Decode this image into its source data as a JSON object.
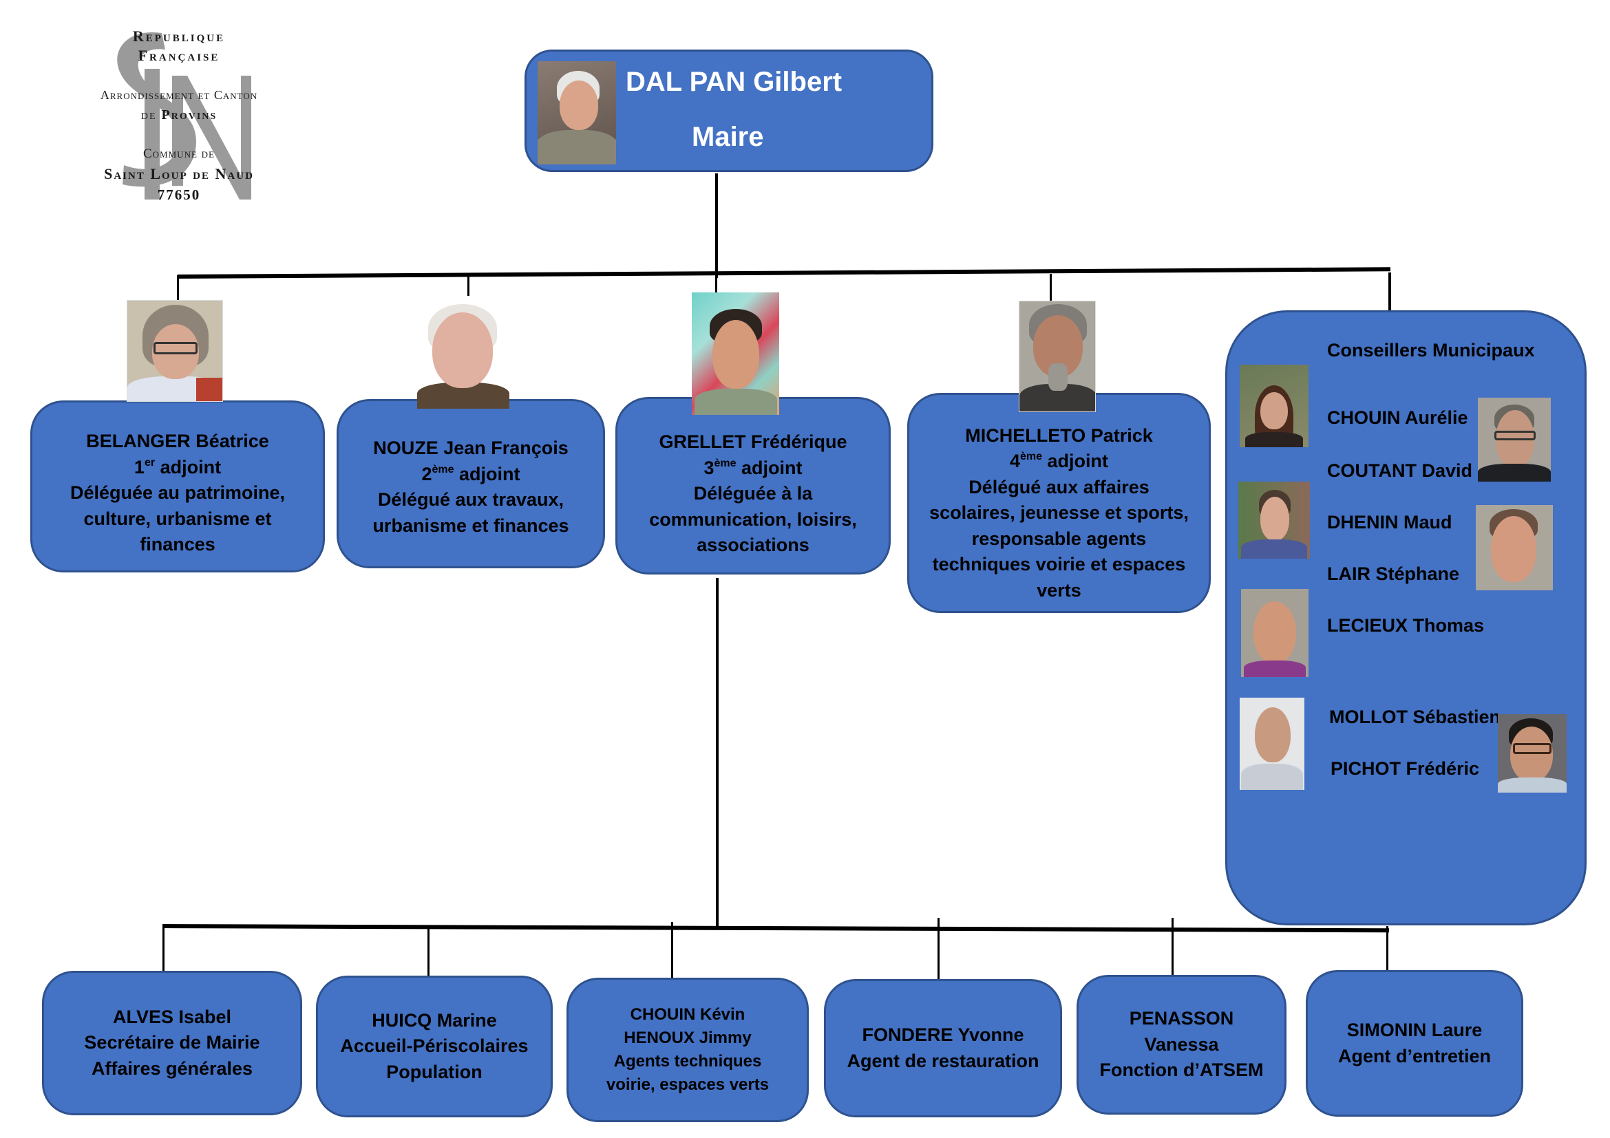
{
  "logo": {
    "monogram": "SLN",
    "line1": "Republique",
    "line2": "Française",
    "line3": "Arrondissement et Canton",
    "line4_prefix": "de",
    "line4_name": "Provins",
    "line5": "Commune de",
    "line6": "Saint Loup de Naud",
    "line7": "77650"
  },
  "colors": {
    "box_fill": "#4472c4",
    "box_border": "#2f528f",
    "connector": "#000000"
  },
  "maire": {
    "name": "DAL PAN Gilbert",
    "title": "Maire"
  },
  "adjoints": [
    {
      "name": "BELANGER Béatrice",
      "rank_num": "1",
      "rank_sup": "er",
      "rank_word": "adjoint",
      "delegation": [
        "Déléguée au patrimoine,",
        "culture, urbanisme et",
        "finances"
      ]
    },
    {
      "name": "NOUZE Jean François",
      "rank_num": "2",
      "rank_sup": "ème",
      "rank_word": "adjoint",
      "delegation": [
        "Délégué aux travaux,",
        "urbanisme et finances"
      ]
    },
    {
      "name": "GRELLET Frédérique",
      "rank_num": "3",
      "rank_sup": "ème",
      "rank_word": "adjoint",
      "delegation": [
        "Déléguée à la",
        "communication, loisirs,",
        "associations"
      ]
    },
    {
      "name": "MICHELLETO Patrick",
      "rank_num": "4",
      "rank_sup": "ème",
      "rank_word": "adjoint",
      "delegation": [
        "Délégué aux affaires",
        "scolaires, jeunesse et sports,",
        "responsable agents",
        "techniques voirie et espaces",
        "verts"
      ]
    }
  ],
  "conseillers": {
    "title": "Conseillers Municipaux",
    "members": [
      "CHOUIN Aurélie",
      "COUTANT David",
      "DHENIN Maud",
      "LAIR Stéphane",
      "LECIEUX Thomas",
      "MOLLOT Sébastien",
      "PICHOT Frédéric"
    ]
  },
  "agents": [
    {
      "lines": [
        "ALVES Isabel",
        "Secrétaire de Mairie",
        "Affaires générales"
      ]
    },
    {
      "lines": [
        "HUICQ Marine",
        "Accueil-Périscolaires",
        "Population"
      ]
    },
    {
      "lines": [
        "CHOUIN Kévin",
        "HENOUX Jimmy",
        "Agents techniques",
        "voirie, espaces verts"
      ]
    },
    {
      "lines": [
        "FONDERE Yvonne",
        "Agent de restauration"
      ]
    },
    {
      "lines": [
        "PENASSON",
        "Vanessa",
        "Fonction d’ATSEM"
      ]
    },
    {
      "lines": [
        "SIMONIN Laure",
        "Agent d’entretien"
      ]
    }
  ]
}
